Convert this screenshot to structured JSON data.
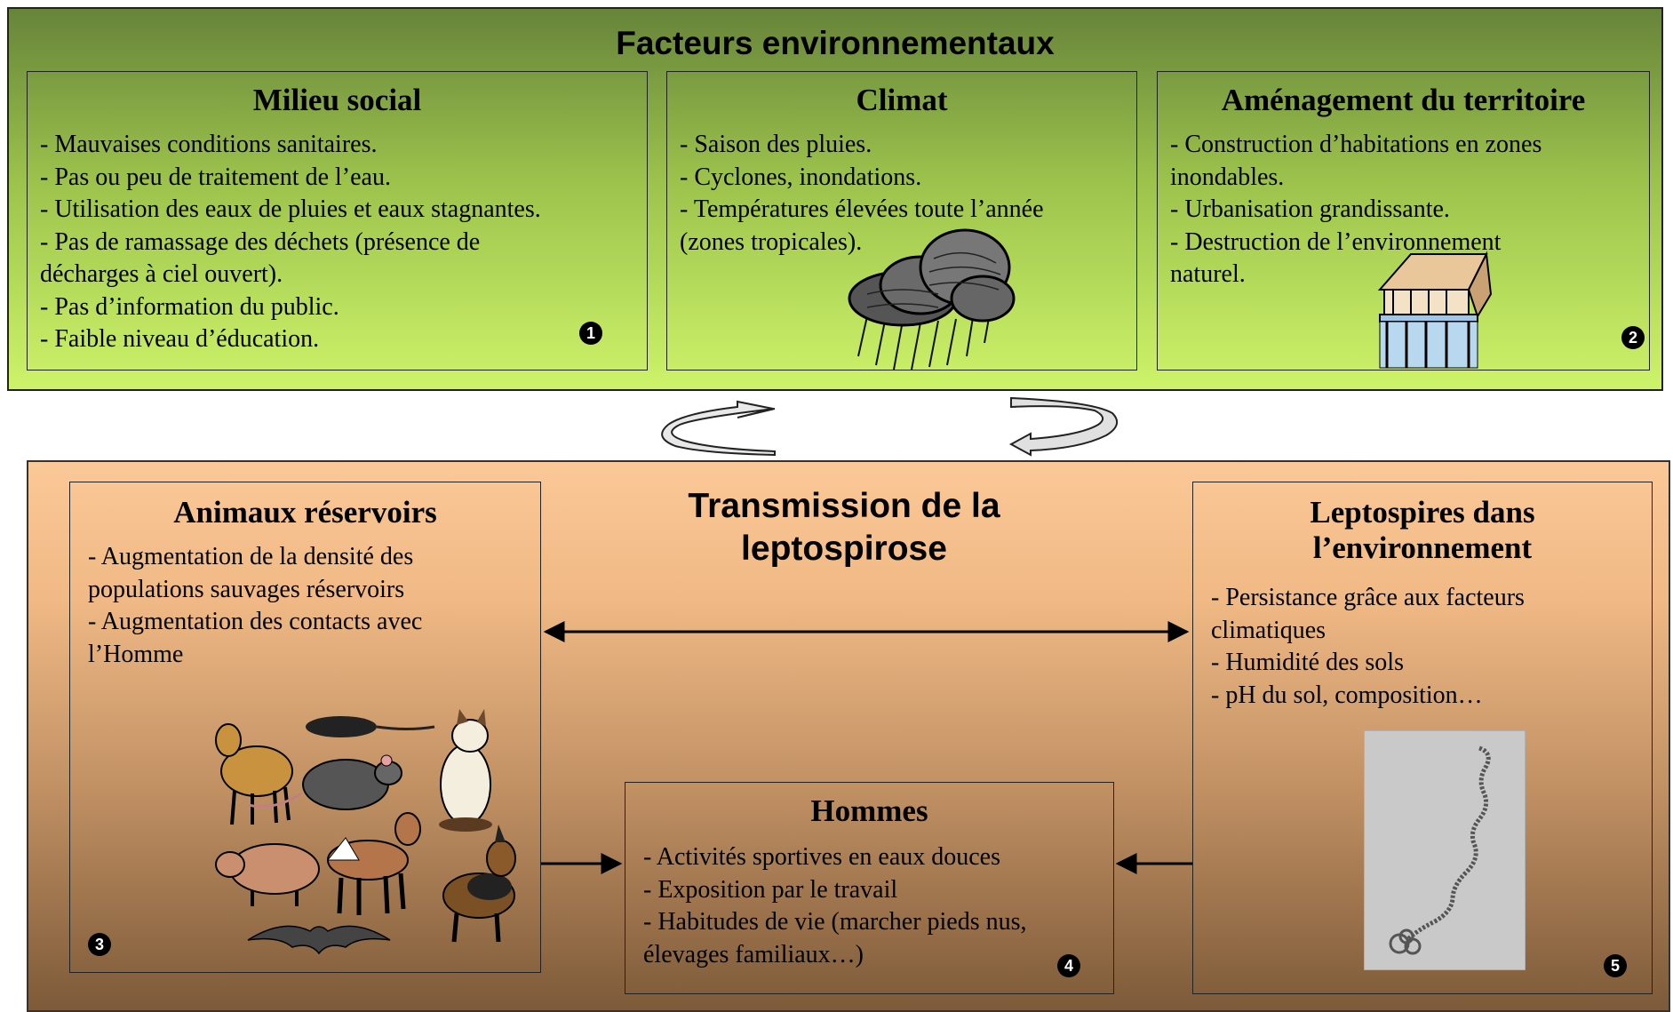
{
  "environmental": {
    "title": "Facteurs environnementaux",
    "milieu_social": {
      "title": "Milieu social",
      "items": [
        "- Mauvaises conditions sanitaires.",
        "- Pas ou peu de traitement de l’eau.",
        "- Utilisation des eaux de pluies et eaux stagnantes.",
        "- Pas de ramassage des déchets (présence de",
        "décharges à ciel ouvert).",
        "- Pas d’information du public.",
        "- Faible niveau d’éducation."
      ],
      "badge": "1"
    },
    "climat": {
      "title": "Climat",
      "items": [
        "- Saison des pluies.",
        "- Cyclones, inondations.",
        "- Températures élevées toute l’année",
        "(zones tropicales)."
      ]
    },
    "amenagement": {
      "title": "Aménagement du territoire",
      "items": [
        "- Construction d’habitations en zones",
        "inondables.",
        "- Urbanisation grandissante.",
        "- Destruction de l’environnement",
        "naturel."
      ],
      "badge": "2"
    }
  },
  "transmission": {
    "title_line1": "Transmission de la",
    "title_line2": "leptospirose",
    "animaux": {
      "title": "Animaux réservoirs",
      "items": [
        "- Augmentation de la densité des",
        "populations sauvages réservoirs",
        "- Augmentation des contacts avec",
        "l’Homme"
      ],
      "badge": "3"
    },
    "hommes": {
      "title": "Hommes",
      "items": [
        "- Activités sportives en eaux douces",
        "- Exposition par le travail",
        "- Habitudes de vie (marcher pieds nus,",
        "élevages familiaux…)"
      ],
      "badge": "4"
    },
    "leptospires": {
      "title_line1": "Leptospires dans",
      "title_line2": "l’environnement",
      "items": [
        "- Persistance grâce aux facteurs",
        "climatiques",
        "- Humidité des sols",
        "- pH du sol, composition…"
      ],
      "badge": "5"
    }
  },
  "colors": {
    "env_top": "#67843a",
    "env_bottom": "#cdf36a",
    "trans_top": "#fbc897",
    "trans_bottom": "#7d5a39"
  }
}
